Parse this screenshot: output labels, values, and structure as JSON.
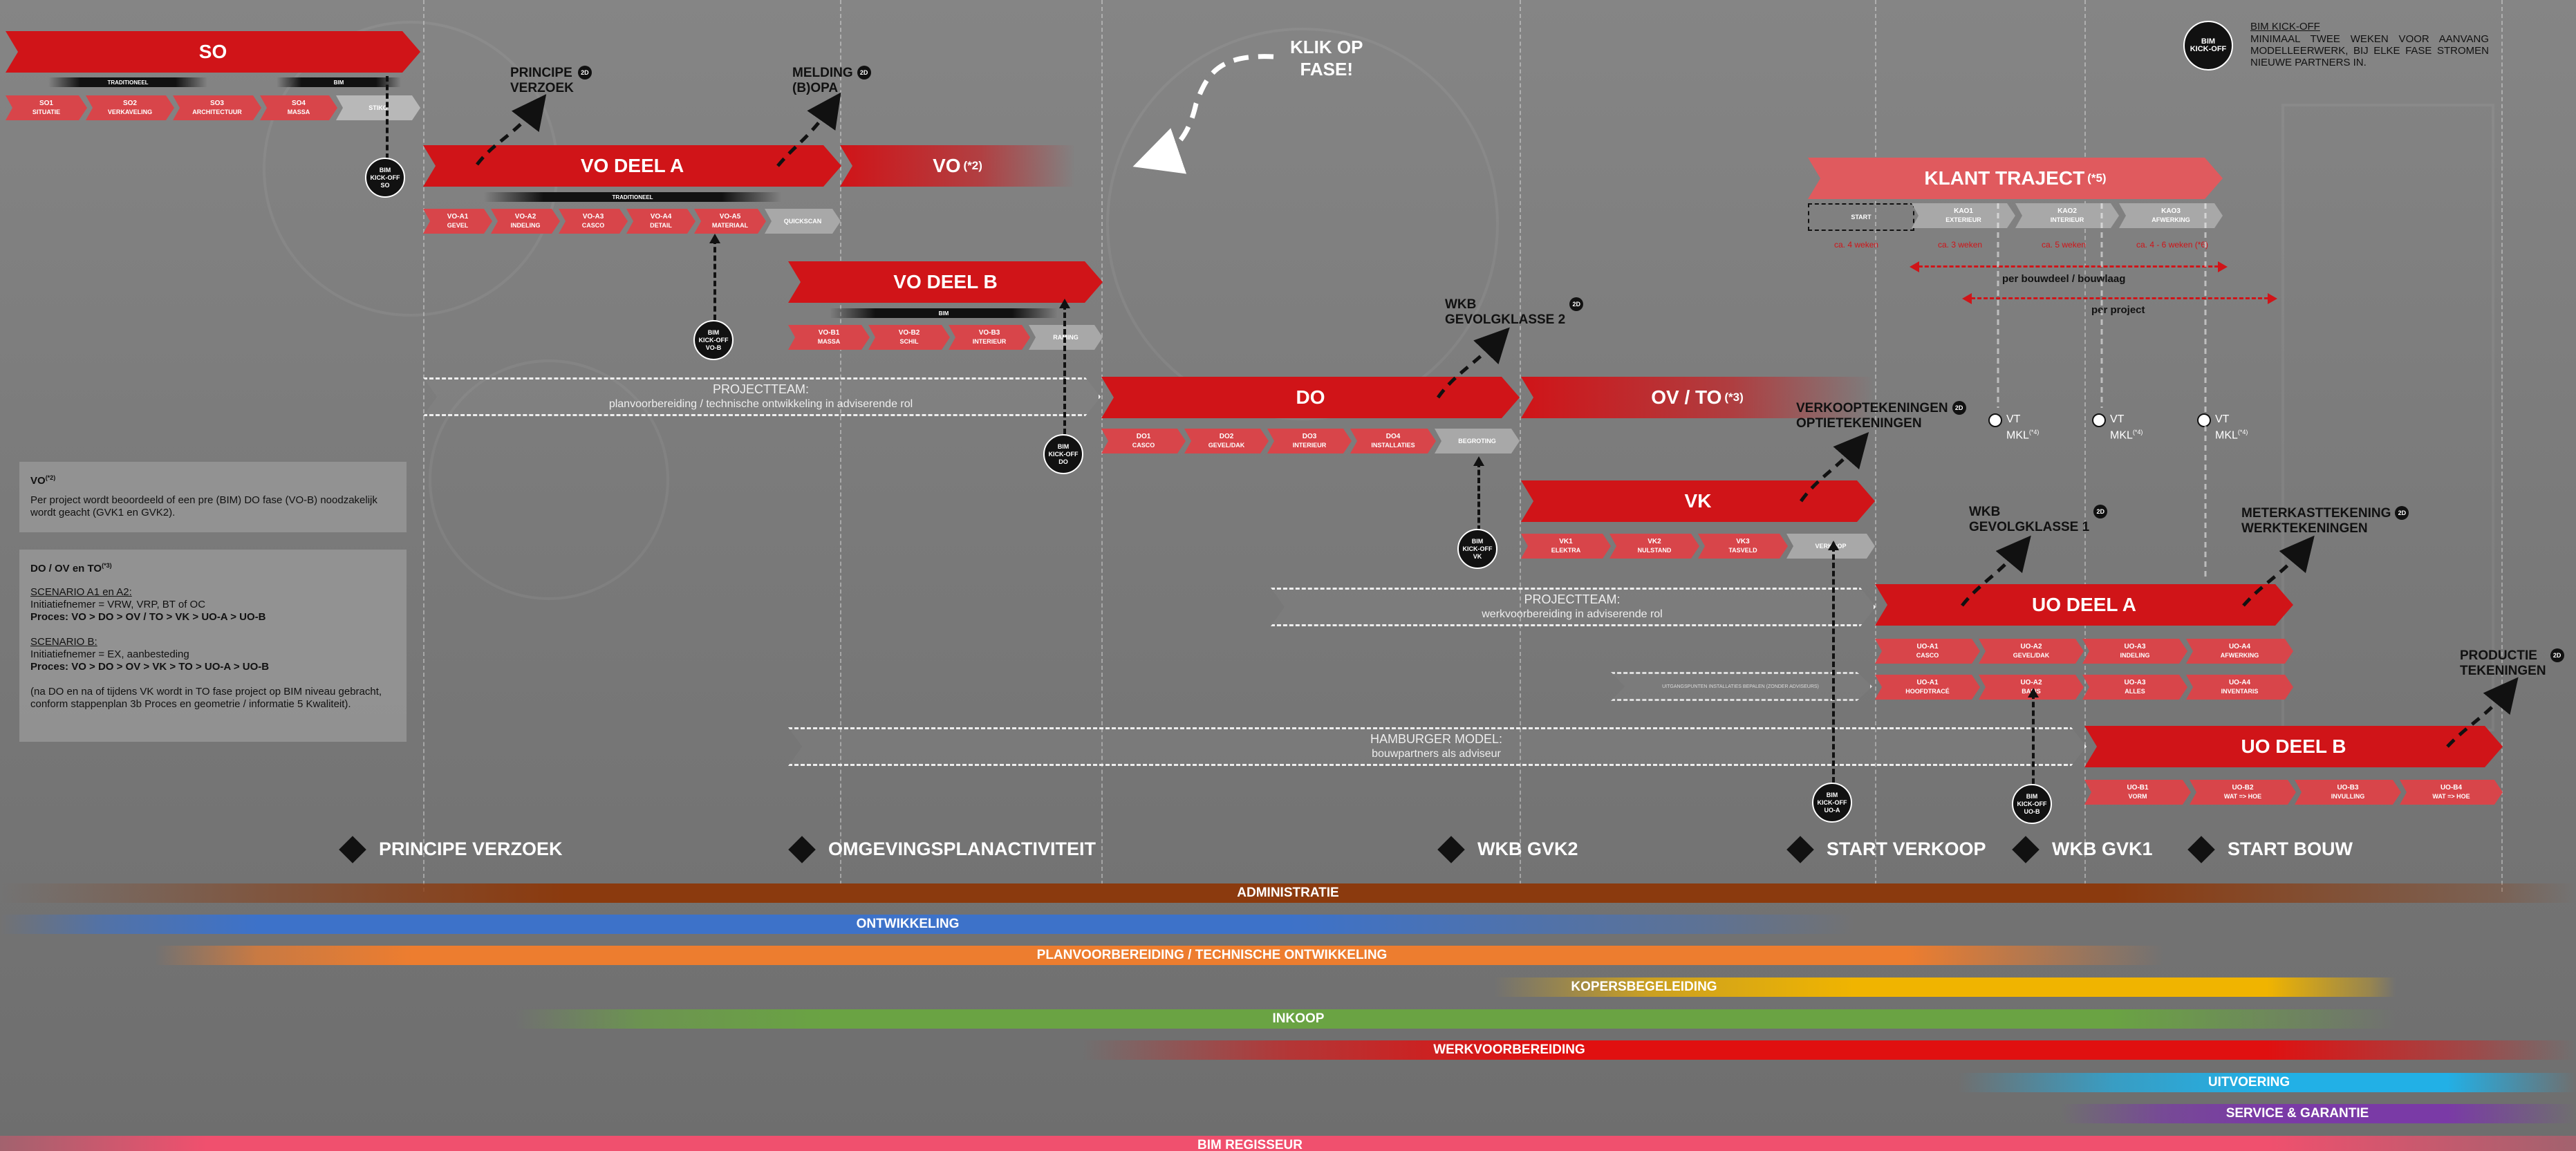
{
  "phases": {
    "so": "SO",
    "vo_a": "VO DEEL A",
    "vo_fade": "VO",
    "vo_fade_sup": "(*2)",
    "vo_b": "VO DEEL B",
    "do": "DO",
    "ovto": "OV / TO",
    "ovto_sup": "(*3)",
    "vk": "VK",
    "klant": "KLANT TRAJECT",
    "klant_sup": "(*5)",
    "uo_a": "UO DEEL A",
    "uo_b": "UO DEEL B"
  },
  "ribbons": {
    "traditioneel": "TRADITIONEEL",
    "bim": "BIM"
  },
  "so_steps": [
    {
      "code": "SO1",
      "name": "SITUATIE"
    },
    {
      "code": "SO2",
      "name": "VERKAVELING"
    },
    {
      "code": "SO3",
      "name": "ARCHITECTUUR"
    },
    {
      "code": "SO4",
      "name": "MASSA"
    },
    {
      "code": "",
      "name": "STIKO"
    }
  ],
  "voa_steps": [
    {
      "code": "VO-A1",
      "name": "GEVEL"
    },
    {
      "code": "VO-A2",
      "name": "INDELING"
    },
    {
      "code": "VO-A3",
      "name": "CASCO"
    },
    {
      "code": "VO-A4",
      "name": "DETAIL"
    },
    {
      "code": "VO-A5",
      "name": "MATERIAAL"
    },
    {
      "code": "",
      "name": "QUICKSCAN"
    }
  ],
  "vob_steps": [
    {
      "code": "VO-B1",
      "name": "MASSA"
    },
    {
      "code": "VO-B2",
      "name": "SCHIL"
    },
    {
      "code": "VO-B3",
      "name": "INTERIEUR"
    },
    {
      "code": "",
      "name": "RAMING"
    }
  ],
  "do_steps": [
    {
      "code": "DO1",
      "name": "CASCO"
    },
    {
      "code": "DO2",
      "name": "GEVEL/DAK"
    },
    {
      "code": "DO3",
      "name": "INTERIEUR"
    },
    {
      "code": "DO4",
      "name": "INSTALLATIES"
    },
    {
      "code": "",
      "name": "BEGROTING"
    }
  ],
  "vk_steps": [
    {
      "code": "VK1",
      "name": "ELEKTRA"
    },
    {
      "code": "VK2",
      "name": "NULSTAND"
    },
    {
      "code": "VK3",
      "name": "TASVELD"
    },
    {
      "code": "",
      "name": "VERKOOP"
    }
  ],
  "klant_steps": [
    {
      "code": "",
      "name": "START"
    },
    {
      "code": "KAO1",
      "name": "EXTERIEUR"
    },
    {
      "code": "KAO2",
      "name": "INTERIEUR"
    },
    {
      "code": "KAO3",
      "name": "AFWERKING"
    }
  ],
  "klant_durations": [
    "ca. 4 weken",
    "ca. 3 weken",
    "ca. 5 weken",
    "ca. 4 - 6 weken (*6)"
  ],
  "klant_notes": [
    "per bouwdeel / bouwlaag",
    "per project"
  ],
  "uoa_steps_top": [
    {
      "code": "UO-A1",
      "name": "CASCO"
    },
    {
      "code": "UO-A2",
      "name": "GEVEL/DAK"
    },
    {
      "code": "UO-A3",
      "name": "INDELING"
    },
    {
      "code": "UO-A4",
      "name": "AFWERKING"
    }
  ],
  "uoa_steps_bottom": [
    {
      "code": "UO-A1",
      "name": "HOOFDTRACÉ"
    },
    {
      "code": "UO-A2",
      "name": "BASIS"
    },
    {
      "code": "UO-A3",
      "name": "ALLES"
    },
    {
      "code": "UO-A4",
      "name": "INVENTARIS"
    }
  ],
  "uoa_small_note": "UITGANGSPUNTEN INSTALLATIES BEPALEN (ZONDER ADVISEURS)",
  "uob_steps": [
    {
      "code": "UO-B1",
      "name": "VORM"
    },
    {
      "code": "UO-B2",
      "name": "WAT => HOE"
    },
    {
      "code": "UO-B3",
      "name": "INVULLING"
    },
    {
      "code": "UO-B4",
      "name": "WAT => HOE"
    }
  ],
  "bim_kickoffs": {
    "so": "BIM\nKICK-OFF\nSO",
    "vob": "BIM\nKICK-OFF\nVO-B",
    "do": "BIM\nKICK-OFF\nDO",
    "vk": "BIM\nKICK-OFF\nVK",
    "uoa": "BIM\nKICK-OFF\nUO-A",
    "uob": "BIM\nKICK-OFF\nUO-B",
    "legend": "BIM\nKICK-OFF"
  },
  "annotations": {
    "principe": "PRINCIPE\nVERZOEK",
    "melding": "MELDING\n(B)OPA",
    "wkb2": "WKB\nGEVOLGKLASSE 2",
    "verkoop": "VERKOOPTEKENINGEN\nOPTIETEKENINGEN",
    "wkb1": "WKB\nGEVOLGKLASSE 1",
    "meterkast": "METERKASTTEKENING\nWERKTEKENINGEN",
    "productie": "PRODUCTIE\nTEKENINGEN",
    "badge": "2D",
    "klik": "KLIK OP\nFASE!"
  },
  "vt": [
    {
      "label": "VT\nMKL",
      "sup": "(*4)"
    },
    {
      "label": "VT\nMKL",
      "sup": "(*4)"
    },
    {
      "label": "VT\nMKL",
      "sup": "(*4)"
    }
  ],
  "teams": {
    "projectteam1_title": "PROJECTTEAM:",
    "projectteam1_text": "planvoorbereiding / technische ontwikkeling in adviserende rol",
    "projectteam2_title": "PROJECTTEAM:",
    "projectteam2_text": "werkvoorbereiding in adviserende rol",
    "hamburger_title": "HAMBURGER MODEL:",
    "hamburger_text": "bouwpartners als adviseur"
  },
  "legend": {
    "title": "BIM KICK-OFF",
    "text": "MINIMAAL TWEE WEKEN VOOR AANVANG MODELLEERWERK, BIJ ELKE FASE STROMEN NIEUWE PARTNERS IN."
  },
  "notes": {
    "vo_title": "VO",
    "vo_sup": "(*2)",
    "vo_text": "Per project wordt beoordeeld of een pre (BIM) DO fase (VO-B) noodzakelijk wordt geacht (GVK1 en GVK2).",
    "do_title": "DO / OV en TO",
    "do_sup": "(*3)",
    "sc_a_title": "SCENARIO A1 en A2:",
    "sc_a_init": "Initiatiefnemer = VRW, VRP, BT of OC",
    "sc_a_proc": "Proces: VO > DO > OV / TO > VK > UO-A > UO-B",
    "sc_b_title": "SCENARIO B:",
    "sc_b_init": "Initiatiefnemer = EX, aanbesteding",
    "sc_b_proc": "Proces: VO > DO > OV > VK > TO > UO-A > UO-B",
    "final": "(na DO en na of tijdens VK wordt in TO fase project op BIM niveau gebracht, conform stappenplan 3b Proces en geometrie / informatie 5 Kwaliteit)."
  },
  "milestones": [
    "PRINCIPE VERZOEK",
    "OMGEVINGSPLANACTIVITEIT",
    "WKB GVK2",
    "START VERKOOP",
    "WKB GVK1",
    "START BOUW"
  ],
  "bands": [
    {
      "label": "ADMINISTRATIE",
      "color": "#8b3a0e"
    },
    {
      "label": "ONTWIKKELING",
      "color": "#3d72c9"
    },
    {
      "label": "PLANVOORBEREIDING / TECHNISCHE ONTWIKKELING",
      "color": "#ed7d2f"
    },
    {
      "label": "KOPERSBEGELEIDING",
      "color": "#f0b400"
    },
    {
      "label": "INKOOP",
      "color": "#6aa343"
    },
    {
      "label": "WERKVOORBEREIDING",
      "color": "#e01010"
    },
    {
      "label": "UITVOERING",
      "color": "#22b0e6"
    },
    {
      "label": "SERVICE & GARANTIE",
      "color": "#7a3aa6"
    },
    {
      "label": "BIM REGISSEUR",
      "color": "#f0506e"
    }
  ],
  "colors": {
    "red": "#d01418",
    "pink": "#e05a5e",
    "grey": "#a8a8a8"
  }
}
